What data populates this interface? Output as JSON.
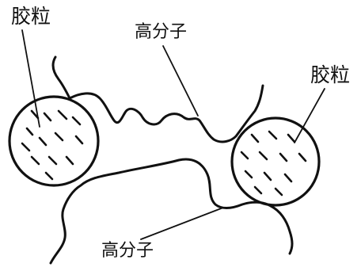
{
  "labels": {
    "colloid_left": "胶粒",
    "polymer_top": "高分子",
    "colloid_right": "胶粒",
    "polymer_bottom": "高分子"
  },
  "colors": {
    "ink": "#111111",
    "background": "#ffffff"
  }
}
